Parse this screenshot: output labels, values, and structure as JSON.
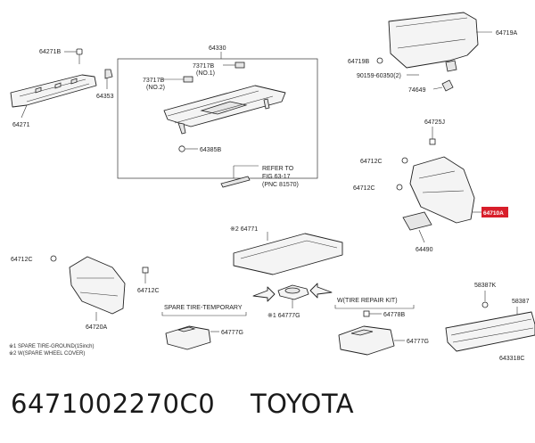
{
  "diagram": {
    "labels": {
      "p64271b": "64271B",
      "p64271": "64271",
      "p64330": "64330",
      "p73717b_no1": "73717B",
      "no1": "(NO.1)",
      "p73717b_no2": "73717B",
      "no2": "(NO.2)",
      "p64353": "64353",
      "p64385b": "64385B",
      "refer1": "REFER TO",
      "refer2": "FIG 63-17",
      "refer3": "(PNC 81570)",
      "p64719a": "64719A",
      "p64719b": "64719B",
      "p90159": "90159-60350(2)",
      "p74649": "74649",
      "p64725j": "64725J",
      "p64712c_a": "64712C",
      "p64712c_b": "64712C",
      "p64710a": "64710A",
      "p64490": "64490",
      "p64771": "※2 64771",
      "p64712c_c": "64712C",
      "p64712c_d": "64712C",
      "p64720a": "64720A",
      "spare_tire_temp": "SPARE TIRE-TEMPORARY",
      "p64777g_a": "64777G",
      "p164777g": "※1 64777G",
      "tire_repair_kit": "W(TIRE REPAIR KIT)",
      "p64778b": "64778B",
      "p64777g_b": "64777G",
      "p58387k": "58387K",
      "p58387": "58387",
      "ref643318c": "643318C",
      "note1": "※1 SPARE TIRE-GROUND(15inch)",
      "note2": "※2 W(SPARE WHEEL COVER)"
    },
    "highlight_color": "#d81e2a"
  },
  "caption": {
    "part_number": "6471002270C0",
    "brand": "TOYOTA"
  }
}
